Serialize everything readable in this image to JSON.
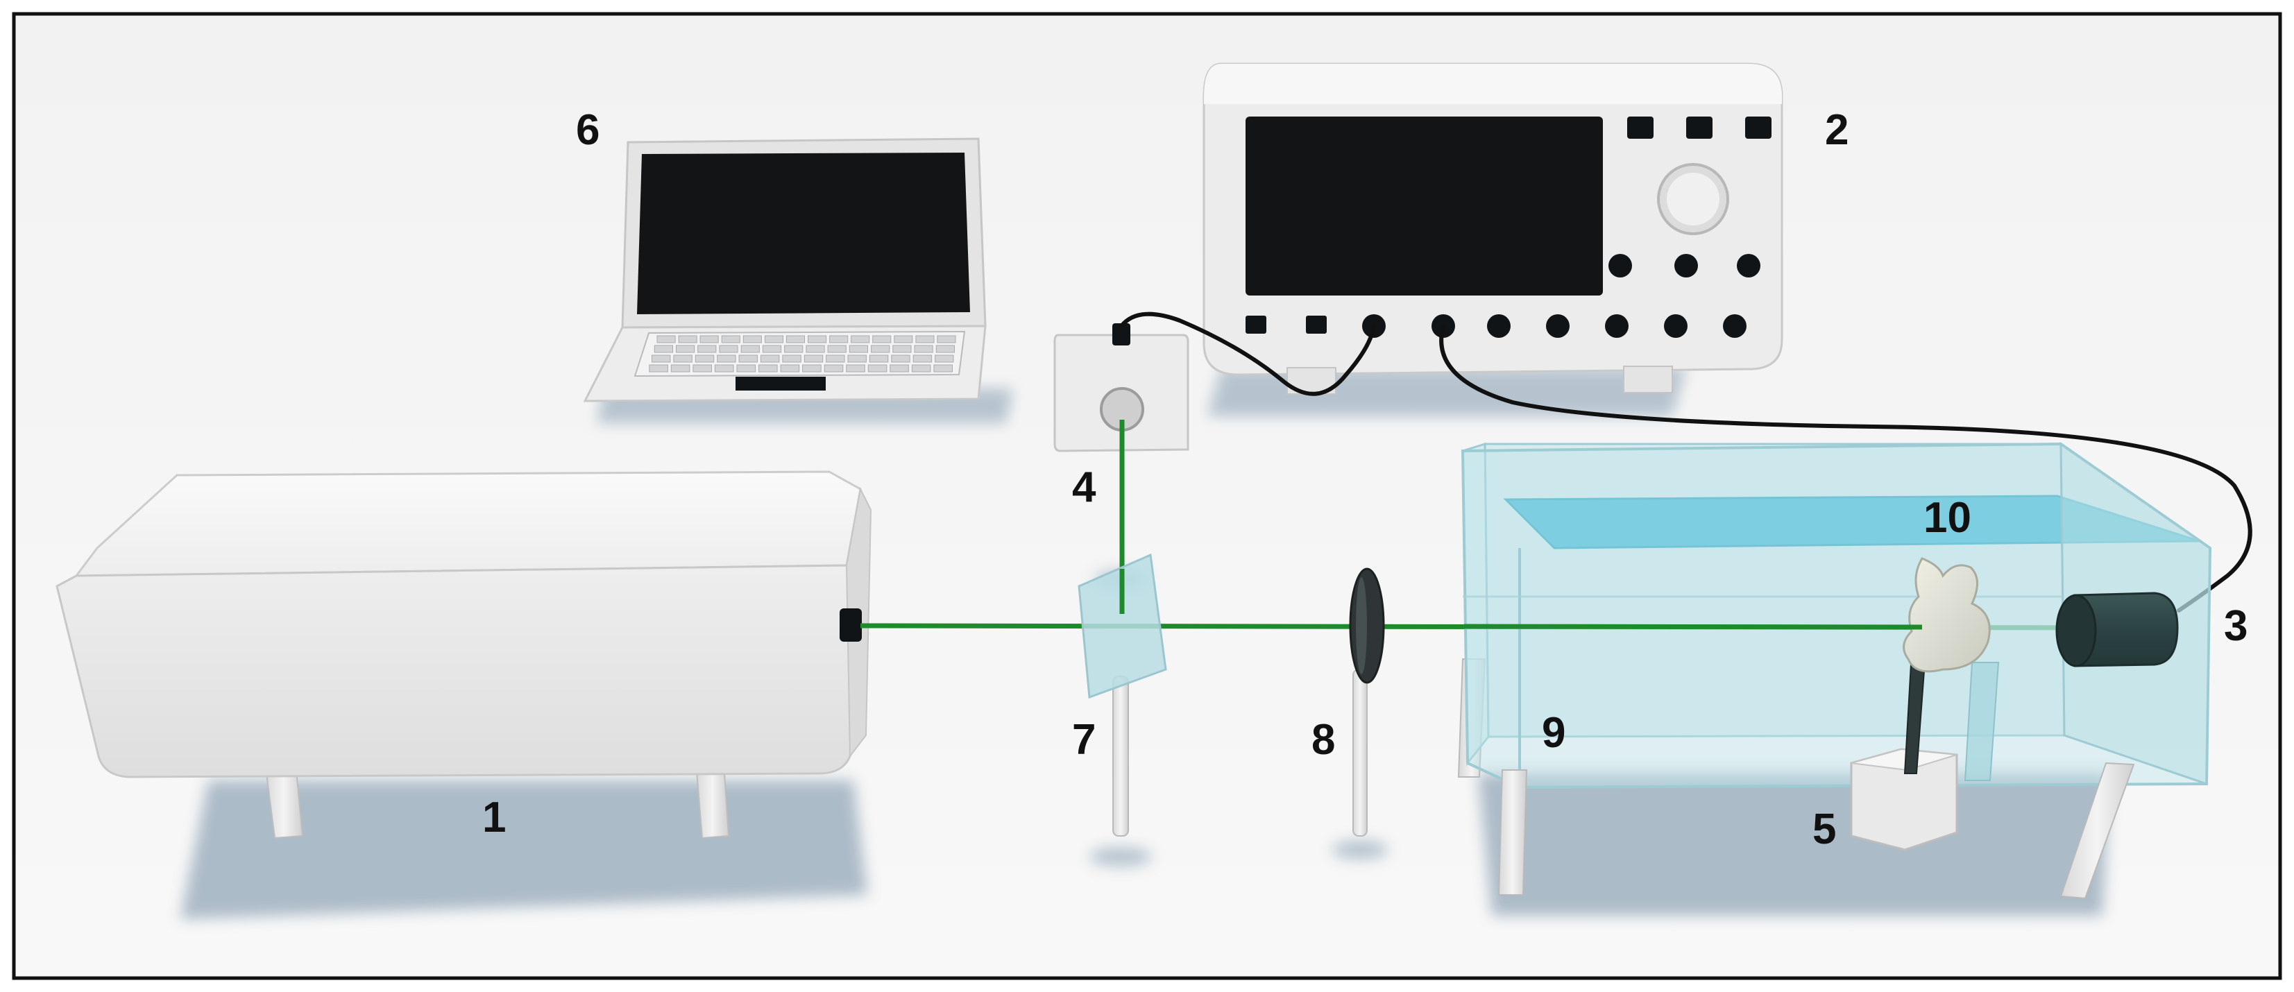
{
  "labels": {
    "laser": "1",
    "oscilloscope": "2",
    "hydrophone": "3",
    "photodetector": "4",
    "stage": "5",
    "laptop": "6",
    "beam_splitter": "7",
    "lens": "8",
    "water_tank": "9",
    "tooth_sample": "10"
  },
  "colors": {
    "beam": "#1d8a2c",
    "water": "#45bcd8",
    "tank_glass": "#bfe4ea",
    "device_body": "#ececec",
    "screen": "#111416",
    "cable": "#111111",
    "shadow": "#a6b5c3",
    "frame": "#111111"
  }
}
